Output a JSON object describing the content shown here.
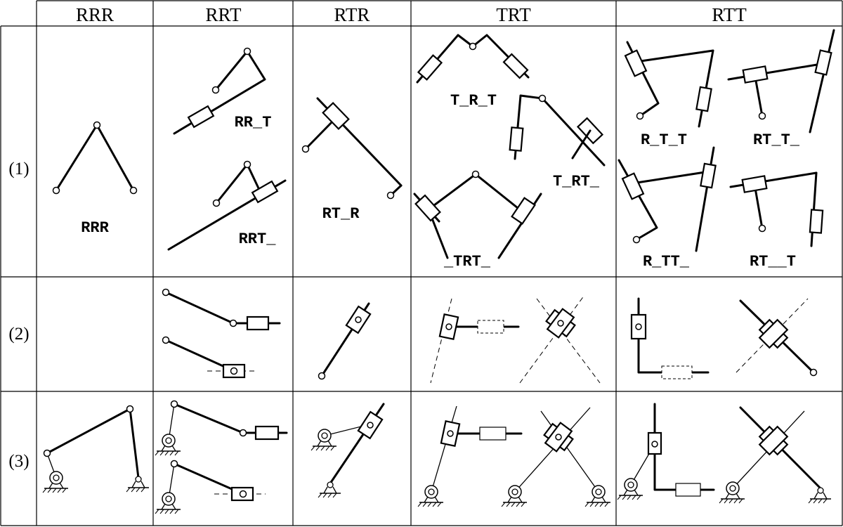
{
  "columns": [
    "RRR",
    "RRT",
    "RTR",
    "TRT",
    "RTT"
  ],
  "rows": [
    "(1)",
    "(2)",
    "(3)"
  ],
  "codes": {
    "rrr": "RRR",
    "rrt_a": "RR_T",
    "rrt_b": "RRT_",
    "rtr": "RT_R",
    "trt_a": "T_R_T",
    "trt_b": "T_RT_",
    "trt_c": "_TRT_",
    "rtt_a": "R_T_T",
    "rtt_b": "RT_T_",
    "rtt_c": "R_TT_",
    "rtt_d": "RT__T"
  }
}
